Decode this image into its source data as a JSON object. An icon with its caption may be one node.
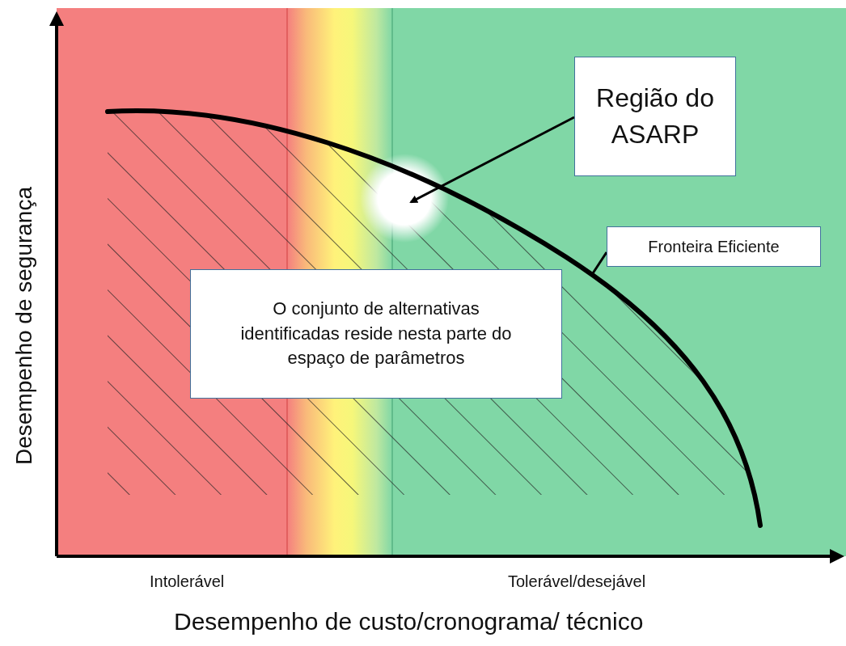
{
  "diagram": {
    "nodes": [
      {
        "text": [
          "Região do ASARP"
        ]
      },
      {
        "text": [],
        "shape": "circle"
      },
      {
        "text": [
          "Fronteira Eficiente"
        ]
      },
      {
        "text": [
          "O conjunto de alternativas identificadas reside nesta parte do espaço de parâmetros"
        ]
      }
    ],
    "edges": [
      {
        "from": 0,
        "to": 1,
        "arrow": "to"
      },
      {
        "from": 2,
        "to": null,
        "arrow": "none"
      }
    ],
    "labels": [
      "Desempenho de segurança",
      "Intolerável",
      "Tolerável/desejável",
      "Desempenho de custo/cronograma/ técnico"
    ]
  }
}
